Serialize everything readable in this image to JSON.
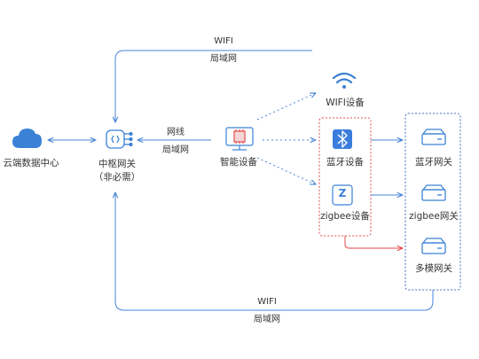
{
  "colors": {
    "blue": "#4a85d6",
    "icon_blue": "#3b82d6",
    "red": "#e34b4b",
    "dark_blue_group": "#3d6fb7",
    "bluetooth_bg": "#3b7ddd"
  },
  "nodes": {
    "cloud": {
      "label": "云端数据中心",
      "icon": "cloud-icon"
    },
    "hub": {
      "label": "中枢网关",
      "sublabel": "（非必需）",
      "icon": "hub-gateway-icon"
    },
    "smart": {
      "label": "智能设备",
      "icon": "smart-device-icon"
    },
    "wifi": {
      "label": "WIFI设备",
      "icon": "wifi-icon"
    },
    "bt": {
      "label": "蓝牙设备",
      "icon": "bluetooth-icon"
    },
    "zb": {
      "label": "zigbee设备",
      "icon": "zigbee-icon",
      "glyph": "Z"
    },
    "bt_gw": {
      "label": "蓝牙网关",
      "icon": "router-icon"
    },
    "zb_gw": {
      "label": "zigbee网关",
      "icon": "router-icon"
    },
    "multi_gw": {
      "label": "多模网关",
      "icon": "router-icon"
    }
  },
  "edges": {
    "top_loop": {
      "line1": "WIFI",
      "line2": "局域网"
    },
    "hub_smart": {
      "line1": "网线",
      "line2": "局域网"
    },
    "bottom_loop": {
      "line1": "WIFI",
      "line2": "局域网"
    }
  }
}
